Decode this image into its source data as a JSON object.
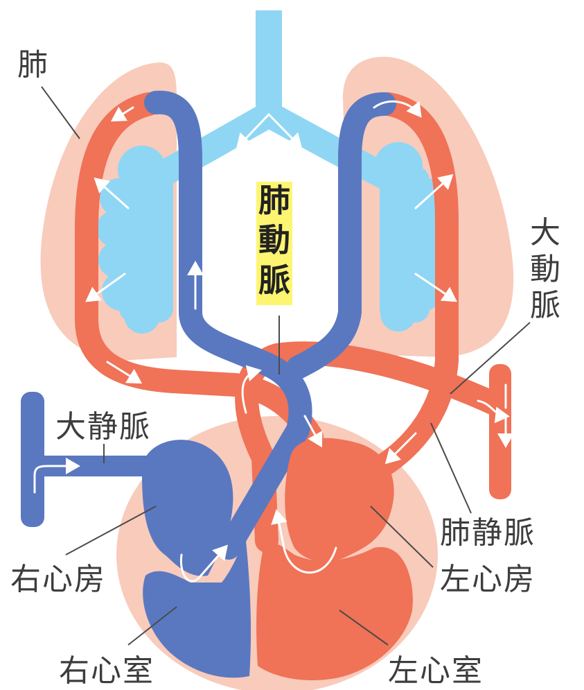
{
  "labels": {
    "lung": "肺",
    "pulmonary_artery": [
      "肺",
      "動",
      "脈"
    ],
    "aorta": [
      "大",
      "動",
      "脈"
    ],
    "vena_cava": "大静脈",
    "pulmonary_vein": "肺静脈",
    "right_atrium": "右心房",
    "left_atrium": "左心房",
    "right_ventricle": "右心室",
    "left_ventricle": "左心室"
  },
  "colors": {
    "lung_fill": "#f8cbbb",
    "alveoli": "#8fd6f4",
    "trachea": "#8fd6f4",
    "venous_blue": "#5a78c0",
    "arterial_red": "#f07257",
    "highlight_yellow": "#fdf571",
    "text": "#3d3d3d"
  }
}
